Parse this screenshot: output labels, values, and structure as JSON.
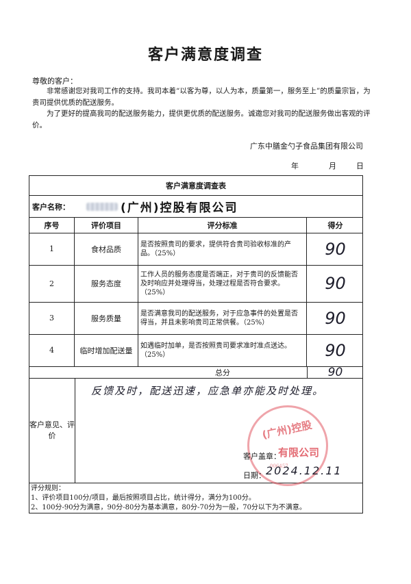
{
  "title": "客户满意度调查",
  "greeting": "尊敬的客户：",
  "paragraphs": [
    "非常感谢您对我司工作的支持。我司本着“以客为尊，以人为本，质量第一，服务至上”的质量宗旨，为贵司提供优质的配送服务。",
    "为了更好的提高我司的配送服务能力，提供更优质的配送服务。诚邀您对我司的配送服务做出客观的评价。"
  ],
  "company": "广东中膳金勺子食品集团有限公司",
  "date_fields": {
    "year": "年",
    "month": "月",
    "day": "日"
  },
  "table": {
    "title": "客户满意度调查表",
    "customer_label": "客户名称：",
    "customer_name": "(广州)控股有限公司",
    "headers": [
      "序号",
      "评价项目",
      "评分标准",
      "得分"
    ],
    "rows": [
      {
        "no": "1",
        "item": "食材品质",
        "criteria": "是否按照贵司的要求，提供符合贵司验收标准的产品。（25%）",
        "score": "90"
      },
      {
        "no": "2",
        "item": "服务态度",
        "criteria": "工作人员的服务态度是否端正，对于贵司的反馈能否及时响应并处理得当，处理过程是否符合要求。（25%）",
        "score": "90"
      },
      {
        "no": "3",
        "item": "服务质量",
        "criteria": "是否满意我司的配送服务，对于应急事件的处置是否得当，并且未影响贵司正常供餐。（25%）",
        "score": "90"
      },
      {
        "no": "4",
        "item": "临时增加配送量",
        "criteria": "如遇临时加单，是否按照贵司要求准时准点送达。（25%）",
        "score": "90"
      }
    ],
    "total_label": "总分",
    "total_score": "90",
    "opinion_label": "客户意见、评价",
    "opinion_text": "反馈及时，配送迅速，应急单亦能及时处理。",
    "stamp_label": "客户盖章：",
    "date_label": "日期：",
    "date_value": "2024.12.11",
    "rules_title": "评分规则：",
    "rules": [
      "1、评价项目100分/项目，最后按照项目占比，统计得分，满分为100分。",
      "2、100分-90分为满意，90分-80分为基本满意，80分-70分为一般，70分以下为不满意。"
    ]
  },
  "seal": {
    "top_text": "(广州)控股",
    "bottom_text": "有限公司",
    "number": "006457",
    "color": "#e05a64"
  }
}
